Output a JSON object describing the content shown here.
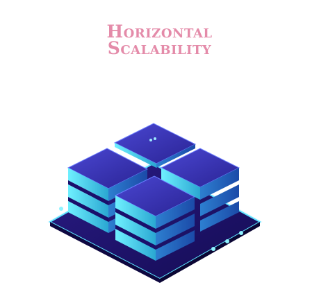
{
  "title": {
    "line1": "Horizontal",
    "line2": "Scalability"
  },
  "colors": {
    "title": "#e48ba9",
    "base": "#1a0f6b",
    "block_top": "#3a34b8",
    "block_side": "#35c8e0",
    "glow": "#6fe6ff"
  },
  "illustration": {
    "blocks": 4,
    "layers_per_block": 3,
    "icon_name": "server-cluster-icon"
  }
}
